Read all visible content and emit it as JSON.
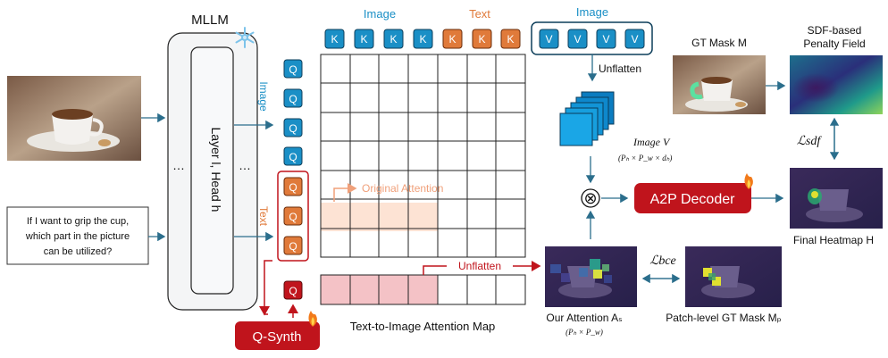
{
  "mllm": {
    "title": "MLLM",
    "layer_head_label": "Layer l, Head h",
    "ellipsis_left": "…",
    "ellipsis_right": "…",
    "frozen_icon": "snowflake-icon"
  },
  "inputs": {
    "question_text_line1": "If I want to grip the cup,",
    "question_text_line2": "which part in the picture",
    "question_text_line3": "can be utilized?"
  },
  "queries": {
    "image_label": "Image",
    "text_label": "Text",
    "token_label": "Q"
  },
  "keys": {
    "image_label": "Image",
    "text_label": "Text",
    "key_token": "K"
  },
  "values": {
    "image_label": "Image",
    "value_token": "V",
    "unflatten_label": "Unflatten",
    "image_v_label": "Image V",
    "image_v_dims": "(Pₕ × P_w × dₕ)"
  },
  "attention": {
    "original_label": "Original Attention",
    "map_title": "Text-to-Image Attention Map",
    "unflatten_label": "Unflatten",
    "qsynth_label": "Q-Synth"
  },
  "decoder": {
    "label": "A2P Decoder",
    "multiply_symbol": "⊗",
    "trainable_icon": "flame-icon"
  },
  "outputs": {
    "gt_mask_label": "GT Mask M",
    "sdf_label_line1": "SDF-based",
    "sdf_label_line2": "Penalty Field",
    "loss_sdf": "ℒsdf",
    "final_heatmap_label": "Final Heatmap H",
    "our_attention_label": "Our Attention Aₛ",
    "our_attention_dims": "(Pₕ × P_w)",
    "loss_bce": "ℒbce",
    "patch_gt_label": "Patch-level GT Mask Mₚ"
  },
  "colors": {
    "blue": "#1a8fc6",
    "orange": "#e07a3a",
    "red": "#c0141c",
    "teal": "#2b7a99",
    "pink": "#f4c2c6",
    "light_orange": "#fde3d4"
  }
}
